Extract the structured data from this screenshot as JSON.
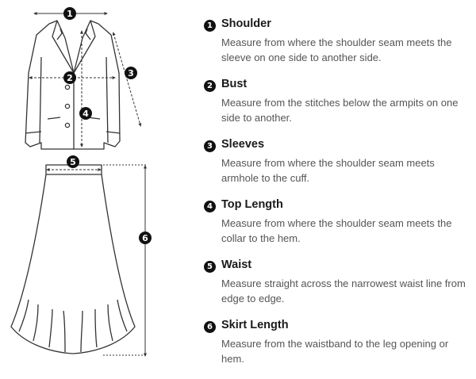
{
  "items": [
    {
      "num": "1",
      "title": "Shoulder",
      "desc": "Measure from where the shoulder seam meets the sleeve on one side to another side."
    },
    {
      "num": "2",
      "title": "Bust",
      "desc": "Measure from the stitches below the armpits on one side to another."
    },
    {
      "num": "3",
      "title": "Sleeves",
      "desc": "Measure from where the shoulder seam meets armhole to the cuff."
    },
    {
      "num": "4",
      "title": "Top Length",
      "desc": "Measure from where the shoulder seam meets the collar to the hem."
    },
    {
      "num": "5",
      "title": "Waist",
      "desc": "Measure straight across the narrowest waist line from edge to edge."
    },
    {
      "num": "6",
      "title": "Skirt Length",
      "desc": "Measure from the waistband to the leg opening or hem."
    }
  ],
  "colors": {
    "ink": "#111111",
    "title": "#1a1a1a",
    "text": "#555555",
    "line": "#333333"
  },
  "icons": {
    "jacket": "jacket-outline-icon",
    "skirt": "skirt-outline-icon",
    "badge": "number-badge-icon"
  }
}
